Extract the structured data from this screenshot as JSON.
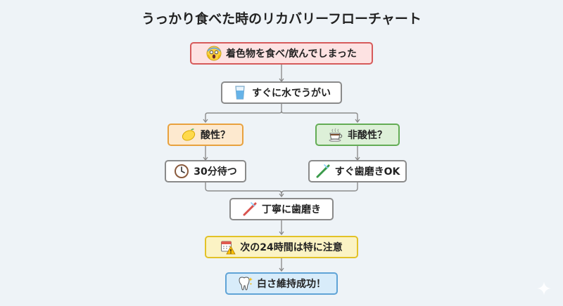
{
  "title": "うっかり食べた時のリカバリーフローチャート",
  "nodes": {
    "start": {
      "label": "着色物を食べ/飲んでしまった",
      "icon": "scream-face-icon",
      "color": "#d65a5a"
    },
    "rinse": {
      "label": "すぐに水でうがい",
      "icon": "water-glass-icon"
    },
    "acidic": {
      "label": "酸性？",
      "icon": "lemon-icon",
      "color": "#e8a13e"
    },
    "non_acidic": {
      "label": "非酸性？",
      "icon": "coffee-cup-icon",
      "color": "#63ac55"
    },
    "wait": {
      "label": "30分待つ",
      "icon": "clock-icon"
    },
    "brush_now": {
      "label": "すぐ歯磨きOK",
      "icon": "toothbrush-icon"
    },
    "brush": {
      "label": "丁寧に歯磨き",
      "icon": "toothbrush-icon"
    },
    "caution": {
      "label": "次の24時間は特に注意",
      "icon": "calendar-warning-icon",
      "color": "#e2c227"
    },
    "success": {
      "label": "白さ維持成功！",
      "icon": "sparkling-tooth-icon",
      "color": "#5fa3d6"
    }
  }
}
